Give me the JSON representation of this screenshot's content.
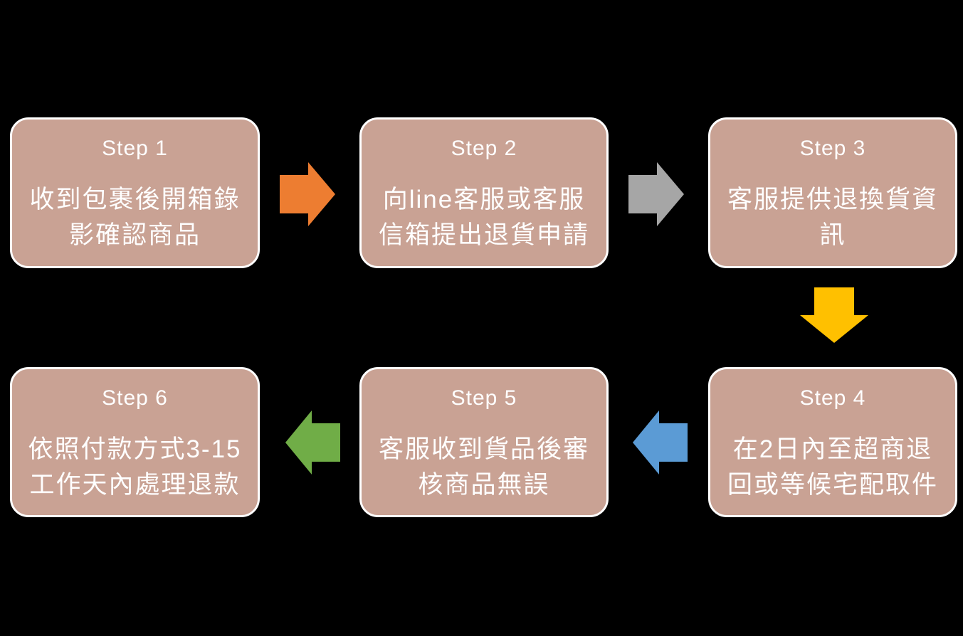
{
  "diagram": {
    "background_color": "#000000",
    "box_fill_color": "#C9A294",
    "box_border_color": "#FFFFFF",
    "text_color": "#FFFFFF"
  },
  "steps": [
    {
      "title": "Step 1",
      "body": "收到包裹後開箱錄\n影確認商品"
    },
    {
      "title": "Step 2",
      "body": "向line客服或客服\n信箱提出退貨申請"
    },
    {
      "title": "Step 3",
      "body": "客服提供退換貨資\n訊"
    },
    {
      "title": "Step 4",
      "body": "在2日內至超商退\n回或等候宅配取件"
    },
    {
      "title": "Step 5",
      "body": "客服收到貨品後審\n核商品無誤"
    },
    {
      "title": "Step 6",
      "body": "依照付款方式3-15\n工作天內處理退款"
    }
  ],
  "arrows": [
    {
      "from": "Step 1",
      "to": "Step 2",
      "direction": "right",
      "color": "#ED7D31"
    },
    {
      "from": "Step 2",
      "to": "Step 3",
      "direction": "right",
      "color": "#A6A6A6"
    },
    {
      "from": "Step 3",
      "to": "Step 4",
      "direction": "down",
      "color": "#FFC000"
    },
    {
      "from": "Step 4",
      "to": "Step 5",
      "direction": "left",
      "color": "#5B9BD5"
    },
    {
      "from": "Step 5",
      "to": "Step 6",
      "direction": "left",
      "color": "#70AD47"
    }
  ]
}
